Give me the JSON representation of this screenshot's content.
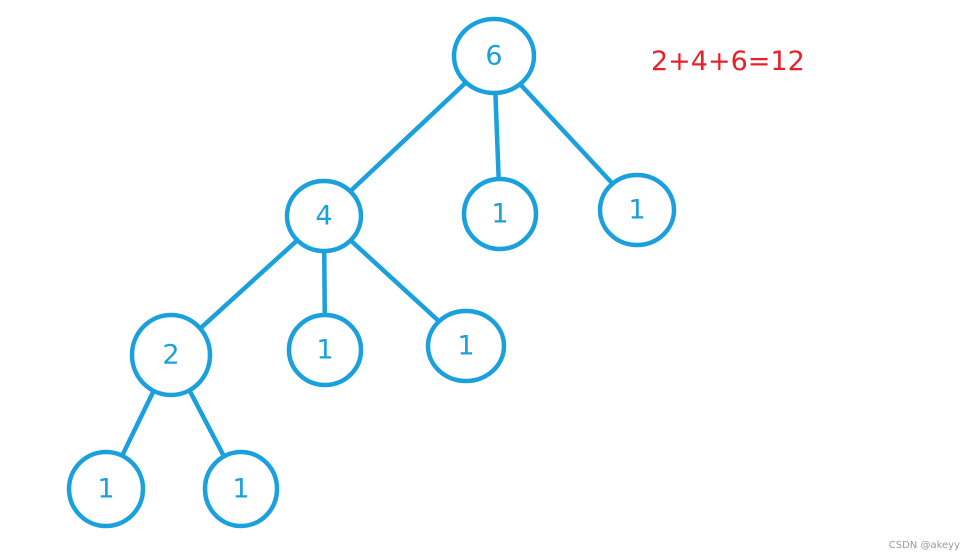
{
  "colors": {
    "tree": "#1aa0dc",
    "equation": "#e8202a",
    "watermark": "#9a9a9a"
  },
  "equation": "2+4+6=12",
  "watermark": "CSDN @akeyy",
  "nodes": [
    {
      "id": "n0",
      "label": "6"
    },
    {
      "id": "n1",
      "label": "4"
    },
    {
      "id": "n2",
      "label": "1"
    },
    {
      "id": "n3",
      "label": "1"
    },
    {
      "id": "n4",
      "label": "2"
    },
    {
      "id": "n5",
      "label": "1"
    },
    {
      "id": "n6",
      "label": "1"
    },
    {
      "id": "n7",
      "label": "1"
    },
    {
      "id": "n8",
      "label": "1"
    }
  ],
  "edges": [
    {
      "from": "n0",
      "to": "n1"
    },
    {
      "from": "n0",
      "to": "n2"
    },
    {
      "from": "n0",
      "to": "n3"
    },
    {
      "from": "n1",
      "to": "n4"
    },
    {
      "from": "n1",
      "to": "n5"
    },
    {
      "from": "n1",
      "to": "n6"
    },
    {
      "from": "n4",
      "to": "n7"
    },
    {
      "from": "n4",
      "to": "n8"
    }
  ]
}
